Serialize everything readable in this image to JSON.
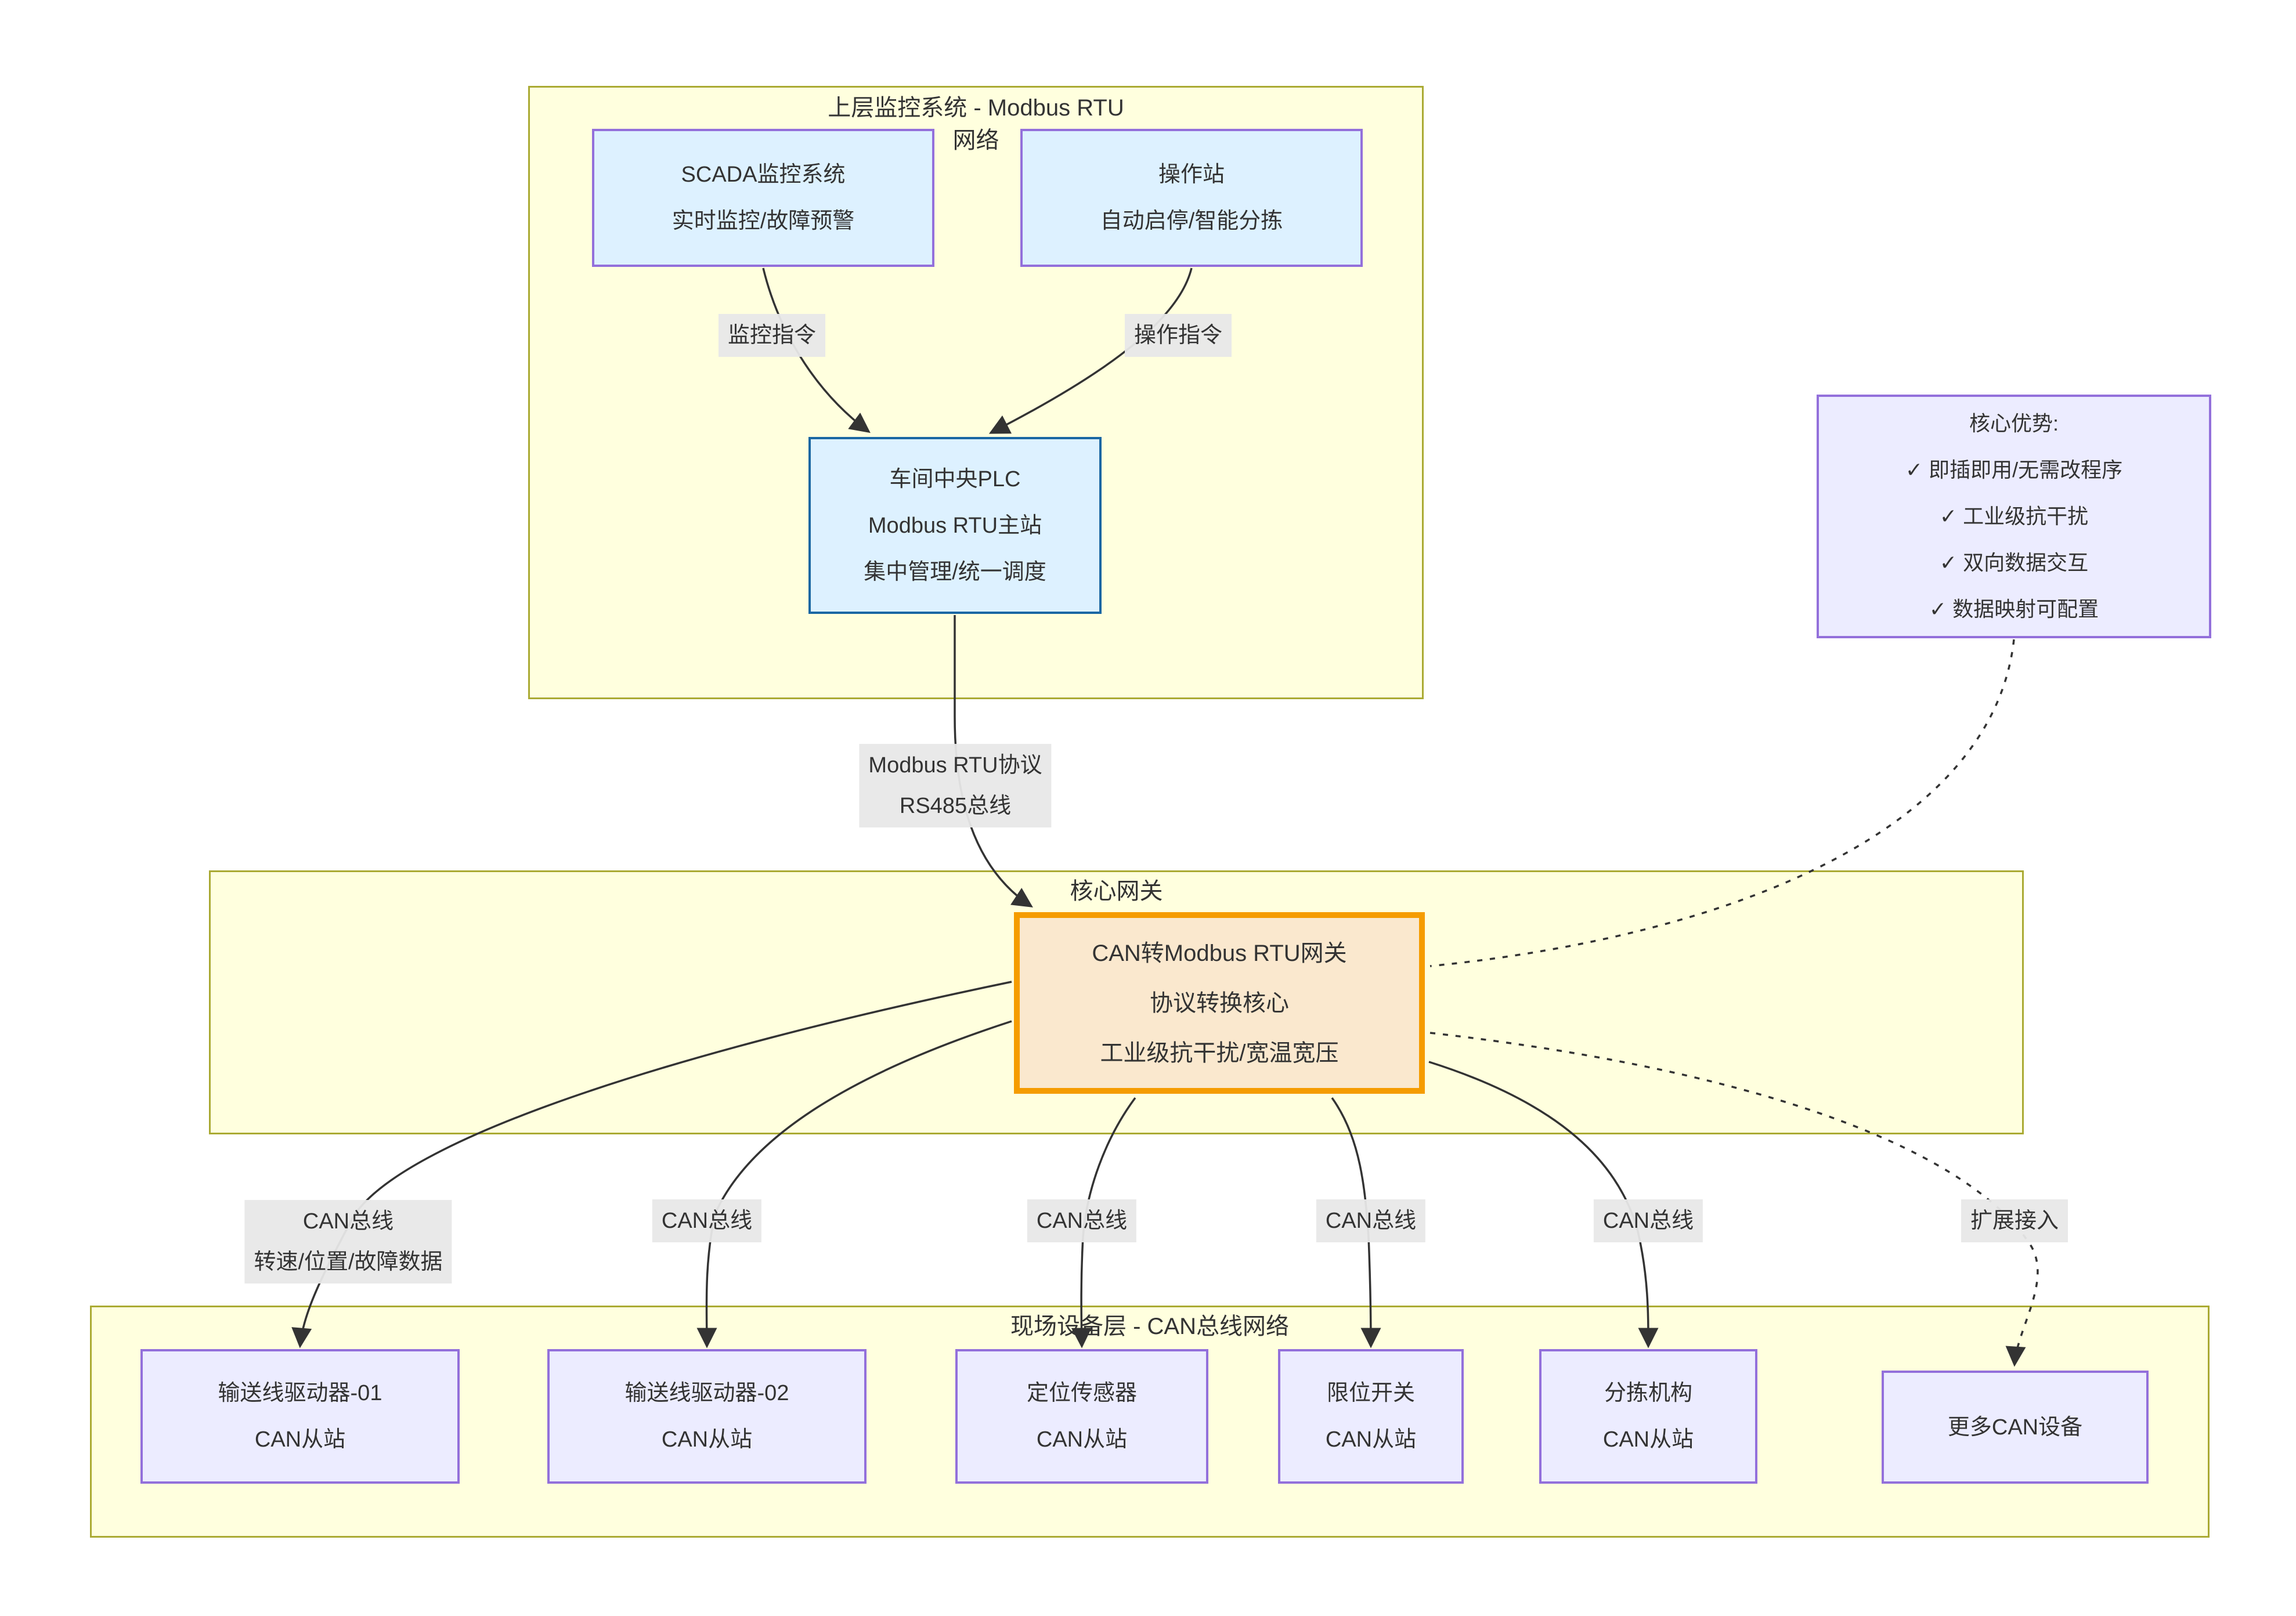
{
  "diagram": {
    "clusters": {
      "upper": {
        "title_lines": [
          "上层监控系统 - Modbus RTU",
          "网络"
        ]
      },
      "core": {
        "title": "核心网关"
      },
      "field": {
        "title": "现场设备层 - CAN总线网络"
      }
    },
    "nodes": {
      "scada": {
        "lines": [
          "SCADA监控系统",
          "实时监控/故障预警"
        ]
      },
      "operator": {
        "lines": [
          "操作站",
          "自动启停/智能分拣"
        ]
      },
      "plc": {
        "lines": [
          "车间中央PLC",
          "Modbus RTU主站",
          "集中管理/统一调度"
        ]
      },
      "advantages": {
        "lines": [
          "核心优势:",
          "✓ 即插即用/无需改程序",
          "✓ 工业级抗干扰",
          "✓ 双向数据交互",
          "✓ 数据映射可配置"
        ]
      },
      "gateway": {
        "lines": [
          "CAN转Modbus RTU网关",
          "协议转换核心",
          "工业级抗干扰/宽温宽压"
        ]
      },
      "drive01": {
        "lines": [
          "输送线驱动器-01",
          "CAN从站"
        ]
      },
      "drive02": {
        "lines": [
          "输送线驱动器-02",
          "CAN从站"
        ]
      },
      "sensor": {
        "lines": [
          "定位传感器",
          "CAN从站"
        ]
      },
      "limit": {
        "lines": [
          "限位开关",
          "CAN从站"
        ]
      },
      "sorter": {
        "lines": [
          "分拣机构",
          "CAN从站"
        ]
      },
      "more": {
        "lines": [
          "更多CAN设备"
        ]
      }
    },
    "edge_labels": {
      "monitor": "监控指令",
      "operate": "操作指令",
      "modbus_lines": [
        "Modbus RTU协议",
        "RS485总线"
      ],
      "can1_lines": [
        "CAN总线",
        "转速/位置/故障数据"
      ],
      "can2": "CAN总线",
      "can3": "CAN总线",
      "can4": "CAN总线",
      "can5": "CAN总线",
      "expand": "扩展接入"
    },
    "colors": {
      "cluster_fill": "#ffffde",
      "cluster_border": "#aaaa33",
      "blue_fill": "#ddf1ff",
      "purple_border": "#9370db",
      "plc_border": "#1a67a3",
      "lavender_fill": "#ececff",
      "orange_border": "#f59c00",
      "orange_fill": "#fae8ce",
      "label_bg": "#e8e8e8",
      "line": "#333333"
    }
  }
}
